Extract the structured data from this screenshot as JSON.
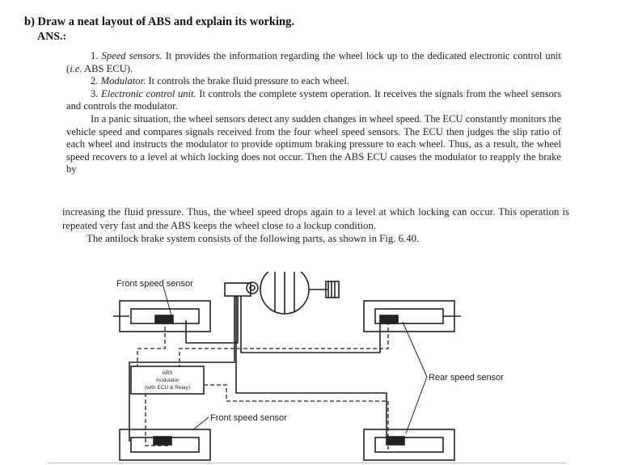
{
  "question": "b) Draw a neat layout of ABS and explain its working.",
  "answer_label": "ANS.:",
  "items": [
    {
      "num": "1.",
      "term": "Speed sensors.",
      "text": " It provides the information regarding the wheel lock up to the dedicated electronic control unit (",
      "abbr": "i.e.",
      "tail": " ABS ECU)."
    },
    {
      "num": "2.",
      "term": "Modulator.",
      "text": " It controls the brake fluid pressure to each wheel."
    },
    {
      "num": "3.",
      "term": "Electronic control unit.",
      "text": " It controls the complete system operation. It receives the signals from the wheel sensors and controls the modulator."
    }
  ],
  "para_panic": "In a panic situation, the wheel sensors detect any sudden changes in wheel speed. The ECU constantly monitors the vehicle speed and compares signals received from the four wheel speed sensors. The ECU then judges the slip ratio of each wheel and instructs the modulator to provide optimum braking pressure to each wheel. Thus, as a result, the wheel speed recovers to a level at which locking does not occur. Then the ABS ECU causes the modulator to reapply the brake by",
  "para_cont": "increasing the fluid pressure. Thus, the wheel speed drops again to a level at which locking can occur. This operation is repeated very fast and the ABS keeps the wheel close to a lockup condition.",
  "para_parts": "The antilock brake system consists of the following parts, as shown in Fig. 6.40.",
  "figure": {
    "label_front_top": "Front speed sensor",
    "label_front_bottom": "Front speed sensor",
    "label_rear": "Rear speed sensor",
    "modulator_line1": "ABS",
    "modulator_line2": "modulator",
    "modulator_line3": "(with ECU & Relay)"
  }
}
